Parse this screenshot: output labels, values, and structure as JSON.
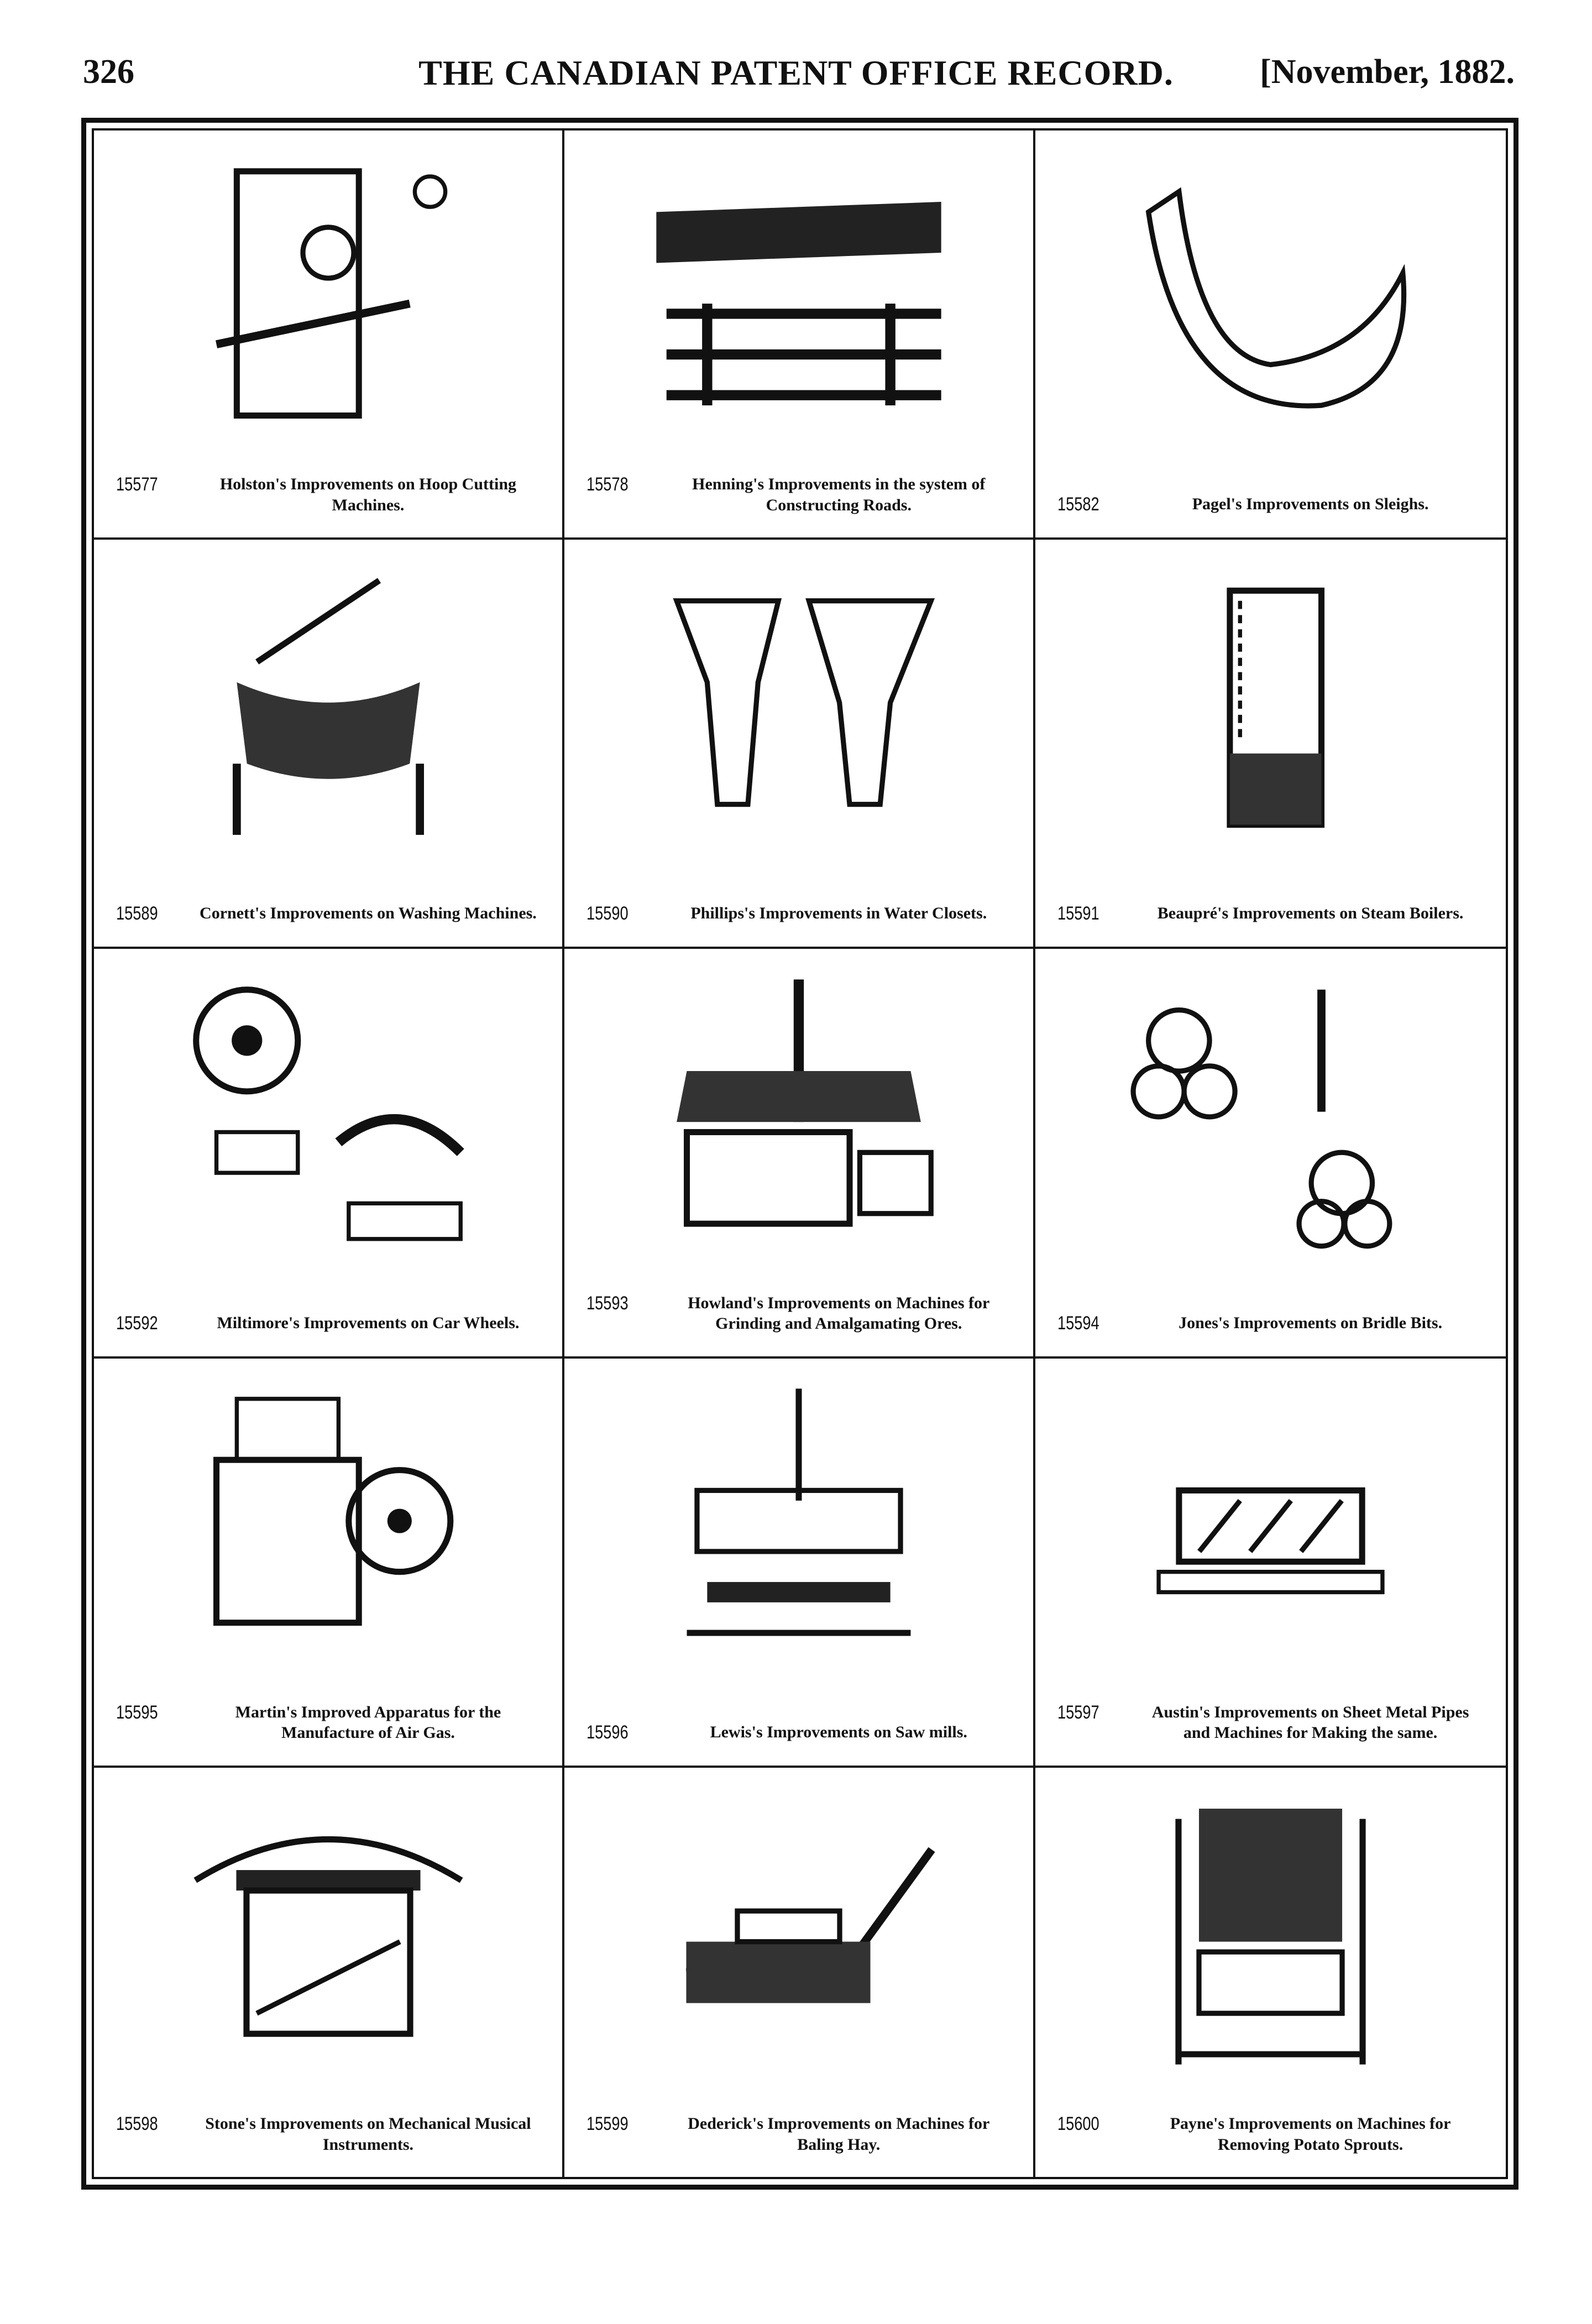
{
  "header": {
    "page_number": "326",
    "title": "THE CANADIAN PATENT OFFICE RECORD.",
    "date": "[November, 1882."
  },
  "patents": [
    {
      "number": "15577",
      "title": "Holston's Improvements on Hoop Cutting Machines."
    },
    {
      "number": "15578",
      "title": "Henning's Improvements in the system of Constructing Roads."
    },
    {
      "number": "15582",
      "title": "Pagel's Improvements on Sleighs."
    },
    {
      "number": "15589",
      "title": "Cornett's Improvements on Washing Machines."
    },
    {
      "number": "15590",
      "title": "Phillips's Improvements in Water Closets."
    },
    {
      "number": "15591",
      "title": "Beaupré's Improvements on Steam Boilers."
    },
    {
      "number": "15592",
      "title": "Miltimore's Improvements on Car Wheels."
    },
    {
      "number": "15593",
      "title": "Howland's Improvements on Machines for Grinding and Amalgamating Ores."
    },
    {
      "number": "15594",
      "title": "Jones's Improvements on Bridle Bits."
    },
    {
      "number": "15595",
      "title": "Martin's Improved Apparatus for the Manufacture of Air Gas."
    },
    {
      "number": "15596",
      "title": "Lewis's Improvements on Saw mills."
    },
    {
      "number": "15597",
      "title": "Austin's Improvements on Sheet Metal Pipes and Machines for Making the same."
    },
    {
      "number": "15598",
      "title": "Stone's Improvements on Mechanical Musical Instruments."
    },
    {
      "number": "15599",
      "title": "Dederick's Improvements on Machines for Baling Hay."
    },
    {
      "number": "15600",
      "title": "Payne's Improvements on Machines for Removing Potato Sprouts."
    }
  ]
}
